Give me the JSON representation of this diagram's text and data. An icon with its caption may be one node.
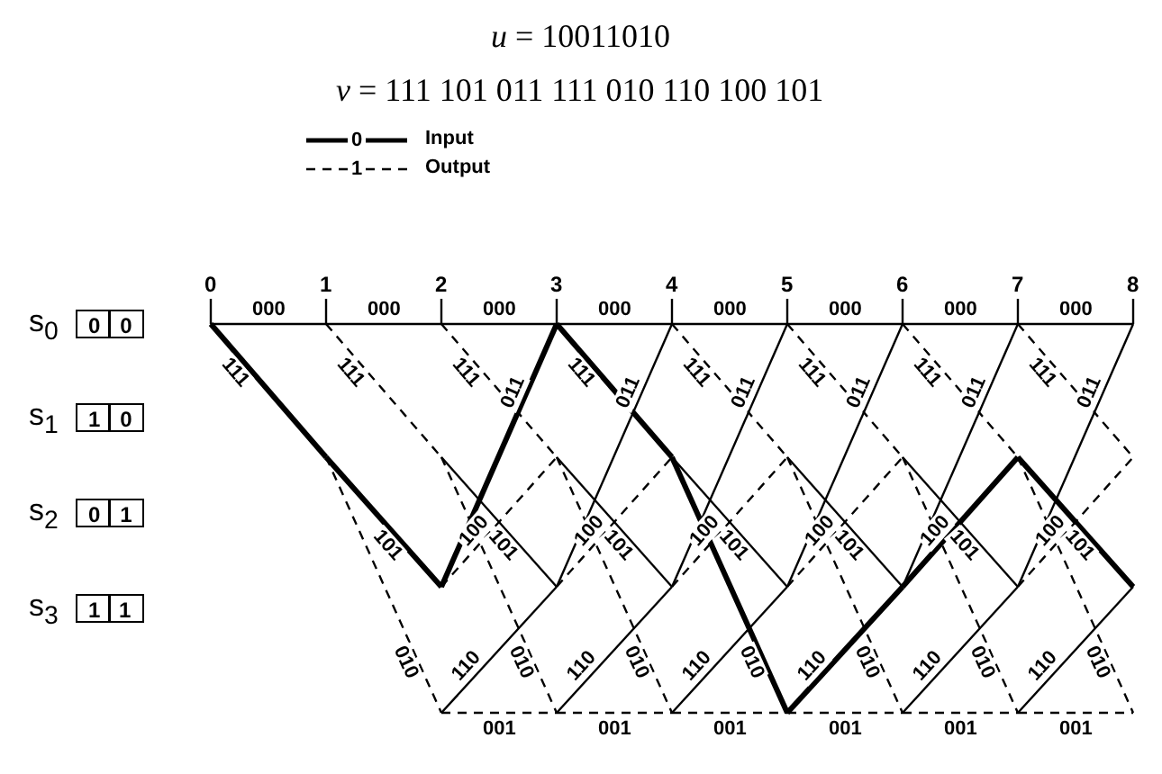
{
  "diagram": {
    "nodes": [
      {
        "text": [
          "00"
        ],
        "beside": [
          "s$_{0}$"
        ]
      },
      {
        "text": [
          "10"
        ],
        "beside": [
          "s$_{1}$"
        ]
      },
      {
        "text": [
          "01"
        ],
        "beside": [
          "s$_{2}$"
        ]
      },
      {
        "text": [
          "11"
        ],
        "beside": [
          "s$_{3}$"
        ]
      }
    ],
    "legend": [
      {
        "text": "0"
      },
      {
        "text": "1"
      }
    ],
    "labels": [
      "*u* = 10011010",
      "*v* = 111 101 011 111 010 110 100 101",
      "Input",
      "Output",
      "0",
      "1",
      "2",
      "3",
      "4",
      "5",
      "6",
      "7",
      "8",
      "000",
      "111",
      "000",
      "111",
      "101",
      "010",
      "000",
      "111",
      "101",
      "010",
      "011",
      "100",
      "110",
      "001",
      "000",
      "111",
      "101",
      "010",
      "011",
      "100",
      "110",
      "001",
      "000",
      "111",
      "101",
      "010",
      "011",
      "100",
      "110",
      "001",
      "000",
      "111",
      "101",
      "010",
      "011",
      "100",
      "110",
      "001",
      "000",
      "111",
      "101",
      "010",
      "011",
      "100",
      "110",
      "001",
      "000",
      "111",
      "101",
      "010",
      "011",
      "100",
      "110",
      "001"
    ]
  }
}
